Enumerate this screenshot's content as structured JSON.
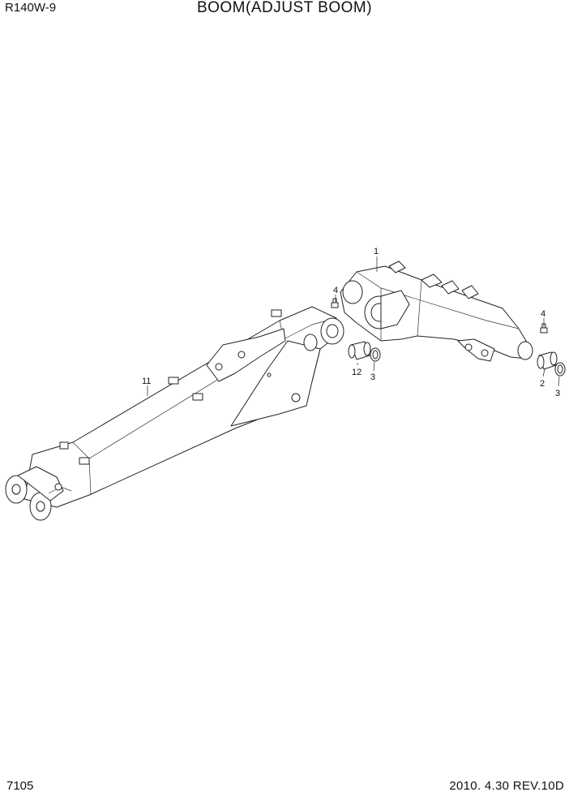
{
  "header": {
    "model": "R140W-9",
    "title": "BOOM(ADJUST BOOM)"
  },
  "footer": {
    "page": "7105",
    "revision": "2010. 4.30  REV.10D"
  },
  "callouts": {
    "boom_upper": "1",
    "bushing_right": "2",
    "seal_right": "3",
    "fitting_right": "4",
    "fitting_left": "4",
    "boom_lower": "11",
    "bushing_left": "12",
    "seal_left": "3"
  }
}
